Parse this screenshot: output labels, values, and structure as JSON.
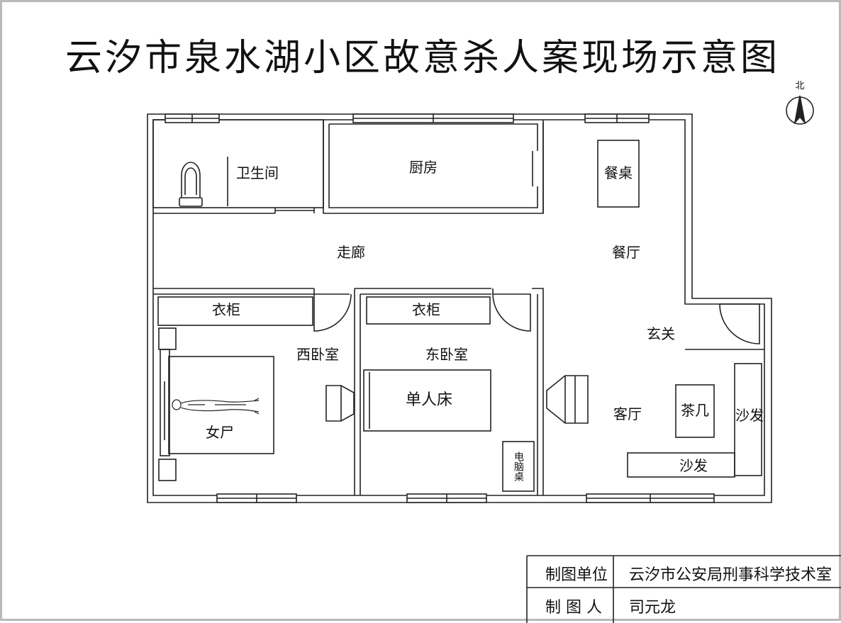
{
  "title": "云汐市泉水湖小区故意杀人案现场示意图",
  "north": "北",
  "rooms": {
    "bathroom": "卫生间",
    "kitchen": "厨房",
    "dining_table": "餐桌",
    "corridor": "走廊",
    "dining_room": "餐厅",
    "west_wardrobe": "衣柜",
    "east_wardrobe": "衣柜",
    "west_bedroom": "西卧室",
    "east_bedroom": "东卧室",
    "entrance": "玄关",
    "single_bed": "单人床",
    "body": "女尸",
    "computer_desk": "电脑桌",
    "living_room": "客厅",
    "coffee_table": "茶几",
    "sofa_right": "沙发",
    "sofa_bottom": "沙发"
  },
  "signature": {
    "unit_label": "制图单位",
    "unit_value": "云汐市公安局刑事科学技术室",
    "person_label": "制 图 人",
    "person_value": "司元龙"
  }
}
